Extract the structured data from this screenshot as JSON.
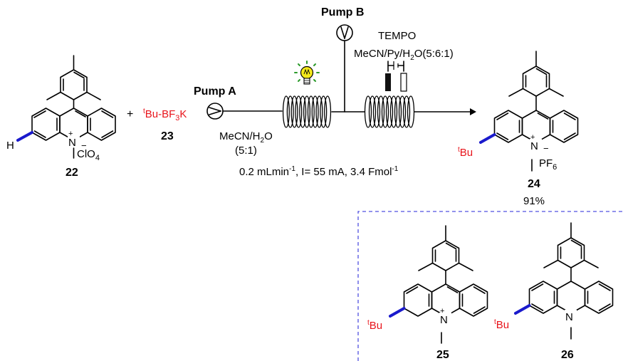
{
  "reactant": {
    "number": "22",
    "h_atom": "H",
    "n_atom": "N",
    "n_charge": "+",
    "counter_ion": "ClO",
    "counter_ion_sub": "4",
    "counter_charge": "−"
  },
  "plus_sign": "+",
  "reagent": {
    "number": "23",
    "t_prefix": "t",
    "formula_a": "Bu-BF",
    "formula_sub": "3",
    "formula_b": "K"
  },
  "flow": {
    "pump_a": "Pump A",
    "pump_b": "Pump B",
    "solvent_a": "MeCN/H",
    "solvent_a_sub": "2",
    "solvent_a_end": "O",
    "solvent_a_ratio": "(5:1)",
    "mediator": "TEMPO",
    "solvent_b": "MeCN/Py/H",
    "solvent_b_sub": "2",
    "solvent_b_end": "O(5:6:1)",
    "conditions_a": "0.2 mLmin",
    "conditions_sup1": "-1",
    "conditions_b": ", I= 55 mA, 3.4 Fmol",
    "conditions_sup2": "-1"
  },
  "product": {
    "number": "24",
    "yield": "91%",
    "t_prefix": "t",
    "tbu": "Bu",
    "n_atom": "N",
    "n_charge": "+",
    "counter_ion": "PF",
    "counter_ion_sub": "6",
    "counter_charge": "−"
  },
  "byproducts": [
    {
      "number": "25",
      "t_prefix": "t",
      "tbu": "Bu",
      "n_atom": "N",
      "n_charge": "+"
    },
    {
      "number": "26",
      "t_prefix": "t",
      "tbu": "Bu",
      "n_atom": "N"
    }
  ],
  "colors": {
    "bond_highlight": "#1a1acc",
    "tbu_red": "#e8141b",
    "box_dash": "#5050e0",
    "bulb": "#f5ea1c"
  }
}
